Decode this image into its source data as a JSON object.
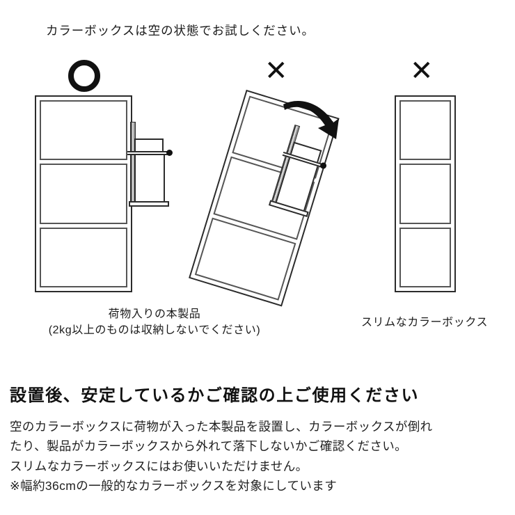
{
  "top_note": "カラーボックスは空の状態でお試しください。",
  "marks": {
    "ok": "○",
    "ng_center": "✕",
    "ng_right": "✕"
  },
  "diagrams": [
    {
      "id": "upright-colorbox-with-product",
      "verdict": "ok",
      "shelf_count": 3,
      "caption_lines": []
    },
    {
      "id": "tipping-colorbox-with-product",
      "verdict": "ng",
      "shelf_count": 3,
      "caption_lines": [
        "荷物入りの本製品",
        "(2kg以上のものは収納しないでください)"
      ]
    },
    {
      "id": "slim-colorbox",
      "verdict": "ng",
      "shelf_count": 3,
      "caption_lines": [
        "スリムなカラーボックス"
      ]
    }
  ],
  "captions": {
    "center_line1": "荷物入りの本製品",
    "center_line2": "(2kg以上のものは収納しないでください)",
    "right_line1": "スリムなカラーボックス"
  },
  "bottom": {
    "headline": "設置後、安定しているかご確認の上ご使用ください",
    "lines": [
      "空のカラーボックスに荷物が入った本製品を設置し、カラーボックスが倒れ",
      "たり、製品がカラーボックスから外れて落下しないかご確認ください。",
      "スリムなカラーボックスにはお使いいただけません。",
      "※幅約36cmの一般的なカラーボックスを対象にしています"
    ]
  },
  "colors": {
    "background": "#ffffff",
    "ink": "#1b1b1b",
    "outline": "#2b2b2b",
    "shelf_outline": "#555555",
    "metal": "#8e8e8e"
  }
}
